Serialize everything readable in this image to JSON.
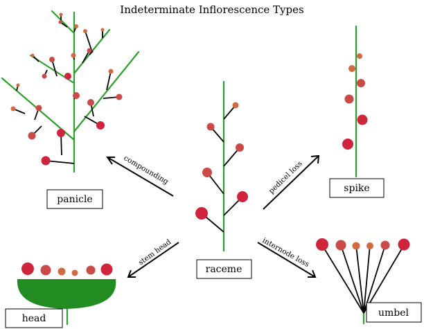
{
  "title": "Indeterminate Inflorescence Types",
  "labels": {
    "panicle": "panicle",
    "spike": "spike",
    "raceme": "raceme",
    "head": "head",
    "umbel": "umbel"
  },
  "arrows": {
    "compounding": "compounding",
    "pedicel_loss": "pedicel loss",
    "stem_head": "stem head",
    "internode_loss": "internode loss"
  },
  "colors": {
    "stem": "#2ca02c",
    "flower_large": "#d0233c",
    "flower_medium": "#c94a46",
    "flower_small": "#d06a40",
    "receptacle": "#228b22"
  }
}
